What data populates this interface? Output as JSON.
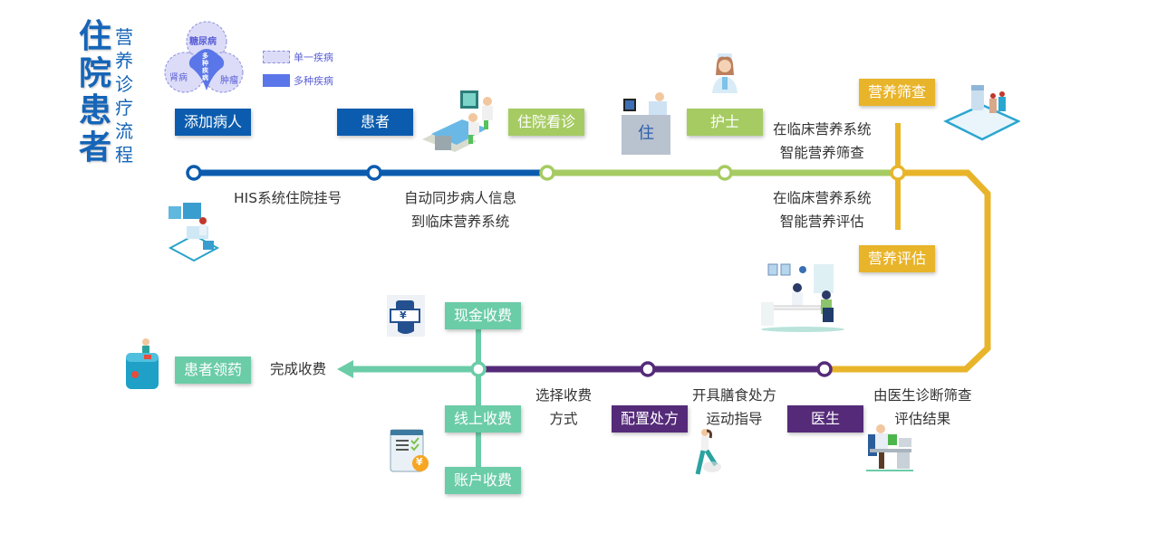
{
  "title": {
    "main": [
      "住",
      "院",
      "患",
      "者"
    ],
    "sub": [
      "营",
      "养",
      "诊",
      "疗",
      "流",
      "程"
    ]
  },
  "venn": {
    "circles": [
      "糖尿病",
      "肾病",
      "肿瘤"
    ],
    "center": "多种疾病",
    "legend": [
      {
        "label": "单一疾病",
        "style": "light-dashed"
      },
      {
        "label": "多种疾病",
        "style": "solid-blue"
      }
    ]
  },
  "colors": {
    "blue": "#0b5cae",
    "green": "#a6cb62",
    "gold": "#e8b42a",
    "purple": "#552b79",
    "teal": "#6bcca8"
  },
  "stages": {
    "add_patient": "添加病人",
    "patient": "患者",
    "inpatient_visit": "住院看诊",
    "nurse": "护士",
    "nutrition_screening": "营养筛查",
    "nutrition_assessment": "营养评估",
    "doctor": "医生",
    "prescription": "配置处方",
    "cash_payment": "现金收费",
    "online_payment": "线上收费",
    "account_payment": "账户收费",
    "pick_medicine": "患者领药"
  },
  "descriptions": {
    "his_register": "HIS系统住院挂号",
    "sync_info": [
      "自动同步病人信息",
      "到临床营养系统"
    ],
    "smart_screening": [
      "在临床营养系统",
      "智能营养筛查"
    ],
    "smart_assessment": [
      "在临床营养系统",
      "智能营养评估"
    ],
    "doctor_result": [
      "由医生诊断筛查",
      "评估结果"
    ],
    "diet_prescription": [
      "开具膳食处方",
      "运动指导"
    ],
    "choose_payment": [
      "选择收费",
      "方式"
    ],
    "complete_payment": "完成收费"
  },
  "icons": {
    "admission_desk_glyph": "住",
    "yen": "¥"
  }
}
